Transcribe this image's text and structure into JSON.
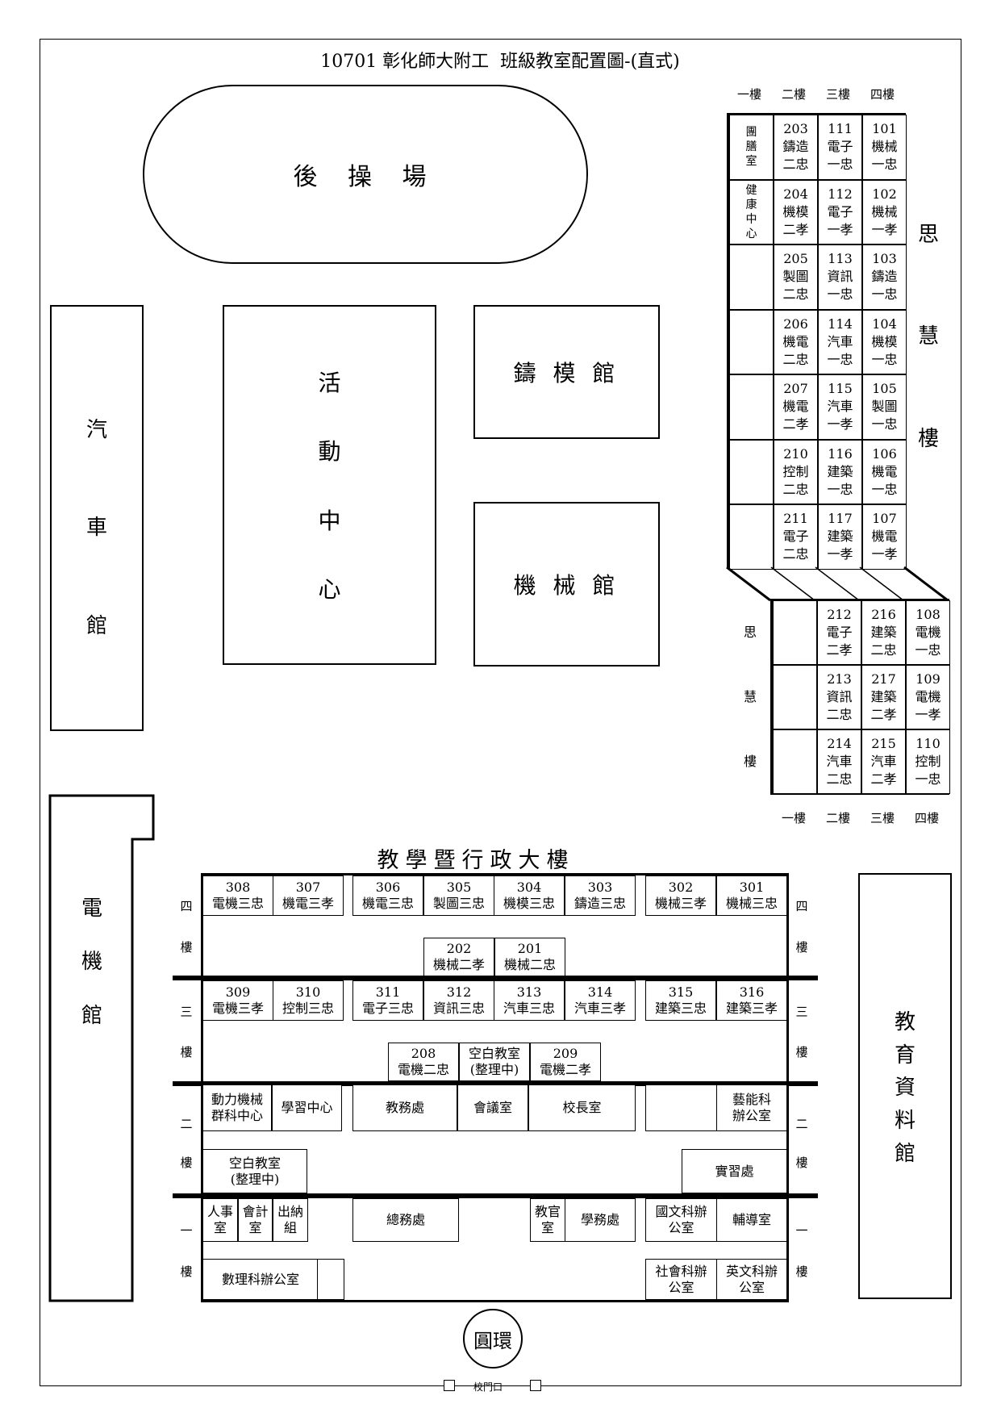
{
  "title": "10701 彰化師大附工  班級教室配置圖-(直式)",
  "back_field": "後 操 場",
  "auto_hall": [
    "汽",
    "車",
    "館"
  ],
  "activity_center": [
    "活",
    "動",
    "中",
    "心"
  ],
  "mold_hall": "鑄 模 館",
  "mech_hall": "機 械 館",
  "electric_hall": [
    "電",
    "機",
    "館"
  ],
  "edu_resource_hall": [
    "教",
    "育",
    "資",
    "料",
    "館"
  ],
  "admin_building_title": "教學暨行政大樓",
  "roundabout": "圓環",
  "school_gate": "校門口",
  "sihui_label": [
    "思",
    "慧",
    "樓"
  ],
  "upper_col_headers": [
    "一樓",
    "二樓",
    "三樓",
    "四樓"
  ],
  "lower_col_headers": [
    "一樓",
    "二樓",
    "三樓",
    "四樓"
  ],
  "sihui_upper_rows": [
    {
      "c1": "團膳室",
      "c2": [
        "203",
        "鑄造",
        "二忠"
      ],
      "c3": [
        "111",
        "電子",
        "一忠"
      ],
      "c4": [
        "101",
        "機械",
        "一忠"
      ]
    },
    {
      "c1": "健康中心",
      "c2": [
        "204",
        "機模",
        "二孝"
      ],
      "c3": [
        "112",
        "電子",
        "一孝"
      ],
      "c4": [
        "102",
        "機械",
        "一孝"
      ]
    },
    {
      "c1": "",
      "c2": [
        "205",
        "製圖",
        "二忠"
      ],
      "c3": [
        "113",
        "資訊",
        "一忠"
      ],
      "c4": [
        "103",
        "鑄造",
        "一忠"
      ]
    },
    {
      "c1": "",
      "c2": [
        "206",
        "機電",
        "二忠"
      ],
      "c3": [
        "114",
        "汽車",
        "一忠"
      ],
      "c4": [
        "104",
        "機模",
        "一忠"
      ]
    },
    {
      "c1": "",
      "c2": [
        "207",
        "機電",
        "二孝"
      ],
      "c3": [
        "115",
        "汽車",
        "一孝"
      ],
      "c4": [
        "105",
        "製圖",
        "一忠"
      ]
    },
    {
      "c1": "",
      "c2": [
        "210",
        "控制",
        "二忠"
      ],
      "c3": [
        "116",
        "建築",
        "一忠"
      ],
      "c4": [
        "106",
        "機電",
        "一忠"
      ]
    },
    {
      "c1": "",
      "c2": [
        "211",
        "電子",
        "二忠"
      ],
      "c3": [
        "117",
        "建築",
        "一孝"
      ],
      "c4": [
        "107",
        "機電",
        "一孝"
      ]
    }
  ],
  "sihui_lower_rows": [
    {
      "c2": [
        "212",
        "電子",
        "二孝"
      ],
      "c3": [
        "216",
        "建築",
        "二忠"
      ],
      "c4": [
        "108",
        "電機",
        "一忠"
      ]
    },
    {
      "c2": [
        "213",
        "資訊",
        "二忠"
      ],
      "c3": [
        "217",
        "建築",
        "二孝"
      ],
      "c4": [
        "109",
        "電機",
        "一孝"
      ]
    },
    {
      "c2": [
        "214",
        "汽車",
        "二忠"
      ],
      "c3": [
        "215",
        "汽車",
        "二孝"
      ],
      "c4": [
        "110",
        "控制",
        "一忠"
      ]
    }
  ],
  "side_floor_labels": {
    "f4": [
      "四",
      "樓"
    ],
    "f3": [
      "三",
      "樓"
    ],
    "f2": [
      "二",
      "樓"
    ],
    "f1": [
      "一",
      "樓"
    ]
  },
  "floor4_rooms": [
    [
      "308",
      "電機三忠"
    ],
    [
      "307",
      "機電三孝"
    ],
    [
      "306",
      "機電三忠"
    ],
    [
      "305",
      "製圖三忠"
    ],
    [
      "304",
      "機模三忠"
    ],
    [
      "303",
      "鑄造三忠"
    ],
    [
      "302",
      "機械三孝"
    ],
    [
      "301",
      "機械三忠"
    ]
  ],
  "floor4_mid_rooms": [
    [
      "202",
      "機械二孝"
    ],
    [
      "201",
      "機械二忠"
    ]
  ],
  "floor3_rooms": [
    [
      "309",
      "電機三孝"
    ],
    [
      "310",
      "控制三忠"
    ],
    [
      "311",
      "電子三忠"
    ],
    [
      "312",
      "資訊三忠"
    ],
    [
      "313",
      "汽車三忠"
    ],
    [
      "314",
      "汽車三孝"
    ],
    [
      "315",
      "建築三忠"
    ],
    [
      "316",
      "建築三孝"
    ]
  ],
  "floor3_mid_rooms": [
    [
      "208",
      "電機二忠"
    ],
    [
      "空白教室",
      "(整理中)"
    ],
    [
      "209",
      "電機二孝"
    ]
  ],
  "floor2_rooms": {
    "power": [
      "動力機械",
      "群科中心"
    ],
    "learning": "學習中心",
    "academic": "教務處",
    "meeting": "會議室",
    "principal": "校長室",
    "arts": [
      "藝能科",
      "辦公室"
    ],
    "blank": [
      "空白教室",
      "(整理中)"
    ],
    "practice": "實習處"
  },
  "floor1_rooms": {
    "personnel": [
      "人事",
      "室"
    ],
    "accounting": [
      "會計",
      "室"
    ],
    "cashier": [
      "出納",
      "組"
    ],
    "general": "總務處",
    "military": [
      "教官",
      "室"
    ],
    "student": "學務處",
    "chinese": [
      "國文科辦",
      "公室"
    ],
    "counsel": "輔導室",
    "math": "數理科辦公室",
    "social": [
      "社會科辦",
      "公室"
    ],
    "english": [
      "英文科辦",
      "公室"
    ]
  }
}
